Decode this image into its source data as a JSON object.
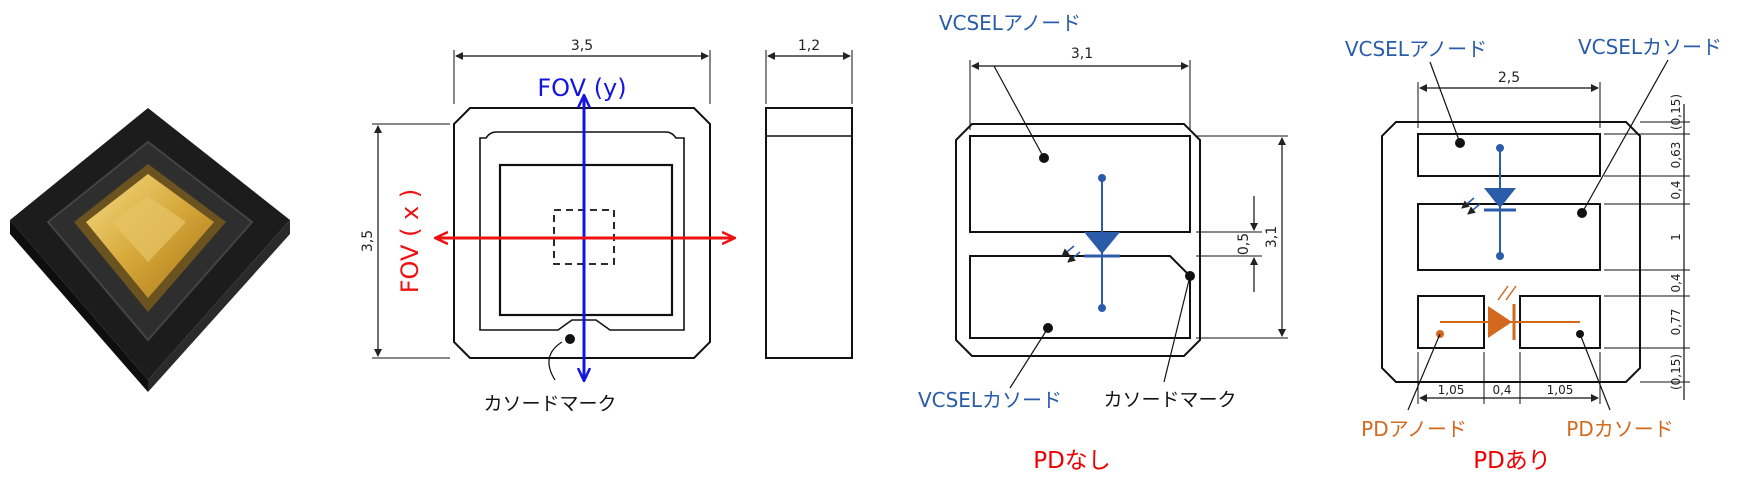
{
  "photo": {
    "icon": "vcsel-package-photo"
  },
  "drawing_top": {
    "dim_width": "3,5",
    "dim_height": "3,5",
    "fov_y": "FOV (y)",
    "fov_x": "FOV ( x )",
    "cathode_mark": "カソードマーク"
  },
  "drawing_side": {
    "dim_thickness": "1,2"
  },
  "drawing_bottom_no_pd": {
    "vcsel_anode": "VCSELアノード",
    "dim_pad_width": "3,1",
    "dim_gap": "0,5",
    "dim_height": "3,1",
    "vcsel_cathode": "VCSELカソード",
    "cathode_mark": "カソードマーク",
    "caption": "PDなし"
  },
  "drawing_bottom_with_pd": {
    "vcsel_anode": "VCSELアノード",
    "vcsel_cathode": "VCSELカソード",
    "dim_pad_width": "2,5",
    "dims_right": [
      "(0,15)",
      "0,63",
      "0,4",
      "1",
      "0,4",
      "0,77",
      "(0,15)"
    ],
    "dims_bottom": [
      "1,05",
      "0,4",
      "1,05"
    ],
    "pd_anode": "PDアノード",
    "pd_cathode": "PDカソード",
    "caption": "PDあり"
  },
  "colors": {
    "blue": "#2a5caa",
    "orange": "#d2691e",
    "red": "#ee0000",
    "fov_blue": "#1515e0"
  }
}
